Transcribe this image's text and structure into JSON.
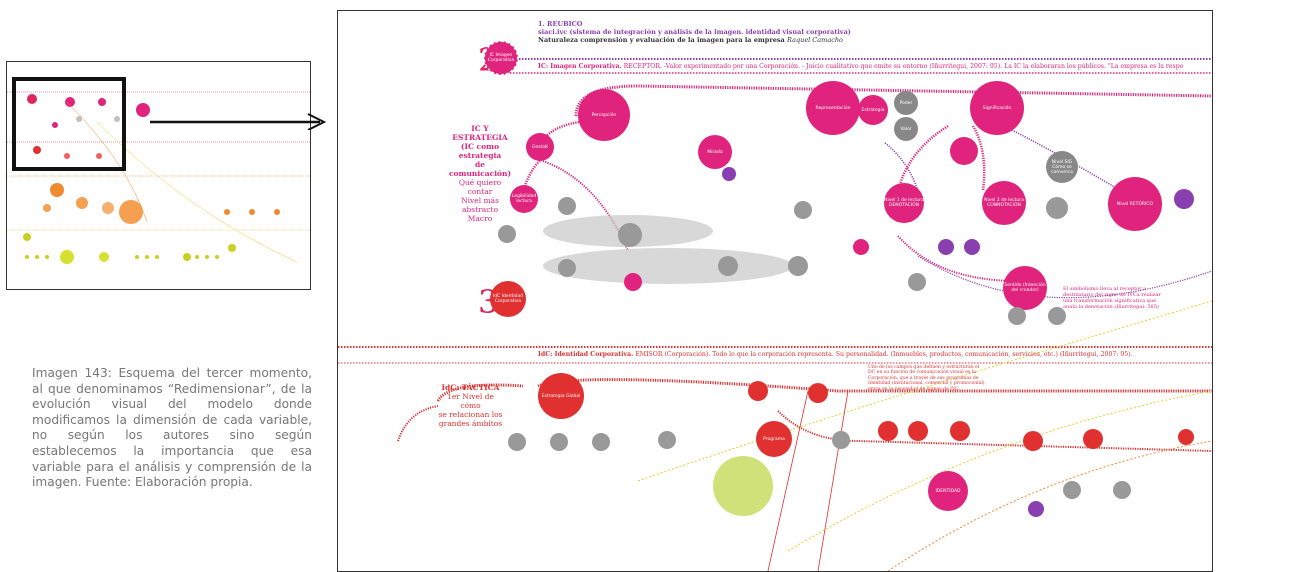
{
  "caption": {
    "text": "Imagen 143: Esquema del tercer momento, al que denominamos “Redimensionar”, de la evolución visual del modelo donde modificamos la dimensión de cada variable, no según los autores sino según establecemos la importancia que esa variable para el análisis y comprensión de la imagen. Fuente: Elaboración propia."
  },
  "header": {
    "line1": "1. REUBICO",
    "line2": "siaci.ivc (sistema de integración y análisis de la imagen. identidad visual corporativa)",
    "line3": "Naturaleza comprensión y evaluación de la imagen para la empresa",
    "author": "Raquel Camacho"
  },
  "section_ic": {
    "number": "2",
    "node_label": "IC Imagen Corporativa",
    "heading": "IC: Imagen Corporativa.",
    "text": "RECEPTOR. -Valor experimentado por una Corporación. - Juicio cualitativo que emite su entorno (Iñurritegui, 2007: 95). La IC la elaboraran los públicos. \"La empresa es la respo"
  },
  "side_ic": {
    "l1": "IC Y ESTRATEGIA",
    "l2": "(IC como estrategia",
    "l3": "de comunicación)",
    "l4": "Qué quiero contar",
    "l5": "Nivel más abstracto",
    "l6": "Macro"
  },
  "section_idc": {
    "number": "3",
    "node_label": "IdC Identidad Corporativa",
    "heading": "IdC: Identidad Corporativa.",
    "text": "EMISOR (Corporación). Todo lo que la corporación representa. Su personalidad. (Inmuebles, productos, comunicación, servicios, etc.) (Iñurritegui, 2007: 95)."
  },
  "side_idc": {
    "l1": "IdC: TÁCTICA",
    "l2": "1er Nivel de cómo",
    "l3": "se relacionan los",
    "l4": "grandes ámbitos"
  },
  "nodes": {
    "percepcion": "Percepción",
    "representacion": "Representación",
    "estrategia": "Estrategia",
    "poder": "Poder",
    "valor": "Valor",
    "significacion": "Significación",
    "gestalt": "Gestalt",
    "mirada": "Mirada",
    "legibilidad": "Legibilidad lectura",
    "nivel1": "Nivel 1 de lectura DENOTACIÓN",
    "nivel2": "Nivel 2 de lectura CONNOTACIÓN",
    "nivel3": "Nivel RETÓRICO",
    "nivel_sig": "Nivel SIG Cómo se comunica",
    "sentido": "Sentido (Intención del creador)",
    "estrategia_global": "Estrategia Global",
    "programa": "Programa",
    "identidad": "IDENTIDAD"
  },
  "notes": {
    "sentido_note": "El simbolismo lleva al receptor a destinatario del signo de IVCa realizar una transformación significativa que anula la denotación (Iñurritegui: 585)",
    "idc_note": "Uno de los campos que definen y estructuran el DC en su función de comunicación visual es la Corporación, que a través de sus programas de Identidad (institucional, comercial y promocional) envía en la necesidad de signos de IVC."
  }
}
